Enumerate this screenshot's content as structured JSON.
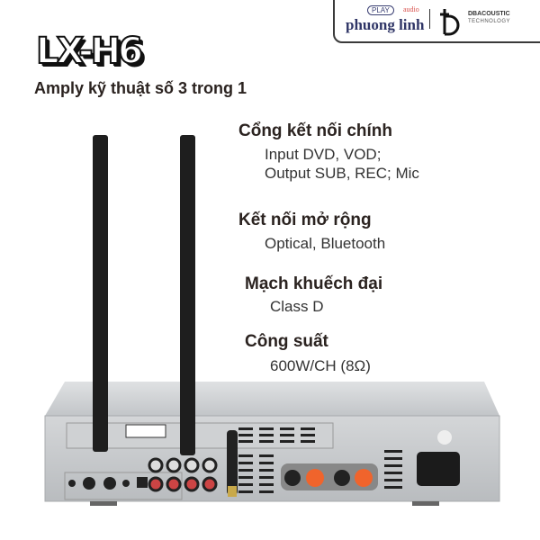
{
  "brand": {
    "play_label": "PLAY",
    "audio_label": "audio",
    "store_name": "phuong linh",
    "partner_name": "DBACOUSTIC",
    "partner_tagline": "TECHNOLOGY"
  },
  "product": {
    "model": "LX-H6",
    "subtitle": "Amply kỹ thuật số 3 trong 1"
  },
  "specs": [
    {
      "title": "Cổng kết nối chính",
      "lines": [
        "Input DVD, VOD;",
        "Output SUB, REC; Mic"
      ]
    },
    {
      "title": "Kết nối mở rộng",
      "lines": [
        "Optical, Bluetooth"
      ]
    },
    {
      "title": "Mạch khuếch đại",
      "lines": [
        "Class D"
      ]
    },
    {
      "title": "Công suất",
      "lines": [
        "600W/CH (8Ω)"
      ]
    }
  ],
  "colors": {
    "chassis": "#c9cbce",
    "text": "#2b2320",
    "terminal_red": "#f0642c"
  }
}
